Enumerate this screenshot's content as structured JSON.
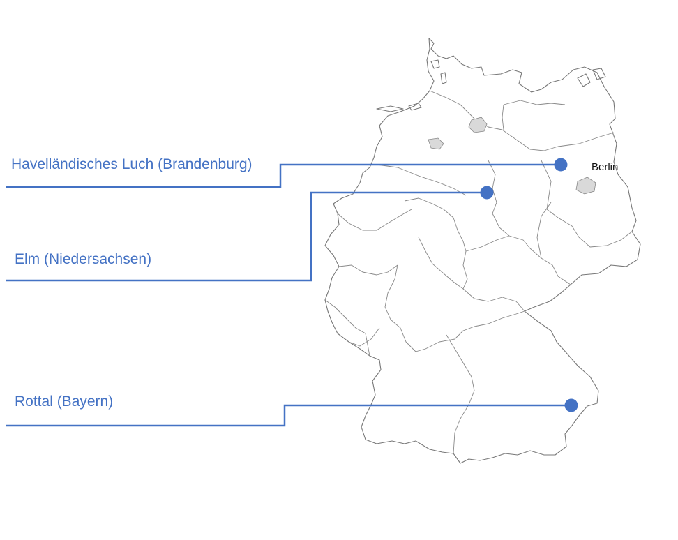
{
  "map": {
    "city_label": "Berlin",
    "regions": [
      {
        "label": "Havelländisches Luch (Brandenburg)"
      },
      {
        "label": "Elm (Niedersachsen)"
      },
      {
        "label": "Rottal (Bayern)"
      }
    ],
    "colors": {
      "accent": "#4472c4",
      "border": "#777777",
      "city_state_fill": "#d9d9d9"
    }
  }
}
